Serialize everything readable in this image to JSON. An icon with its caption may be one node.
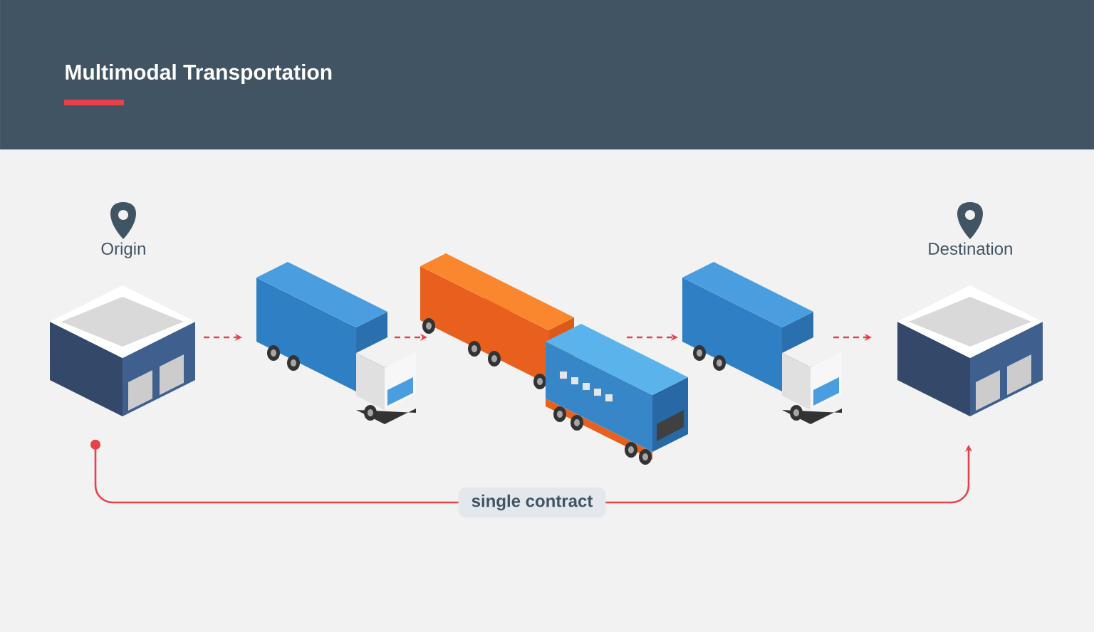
{
  "diagram": {
    "title": "Multimodal Transportation",
    "nodes": [
      {
        "text": [
          "Origin"
        ]
      },
      {
        "text": [],
        "shape": "picture"
      },
      {
        "text": [],
        "shape": "picture"
      },
      {
        "text": [],
        "shape": "picture"
      },
      {
        "text": [
          "Destination"
        ]
      }
    ],
    "edges": [
      {
        "from": 0,
        "to": 1,
        "arrow": "to",
        "style": "dashed"
      },
      {
        "from": 1,
        "to": 2,
        "arrow": "to",
        "style": "dashed"
      },
      {
        "from": 2,
        "to": 3,
        "arrow": "to",
        "style": "dashed"
      },
      {
        "from": 3,
        "to": 4,
        "arrow": "to",
        "style": "dashed"
      },
      {
        "from": 0,
        "to": 4,
        "arrow": "to",
        "label": "single contract"
      }
    ]
  }
}
